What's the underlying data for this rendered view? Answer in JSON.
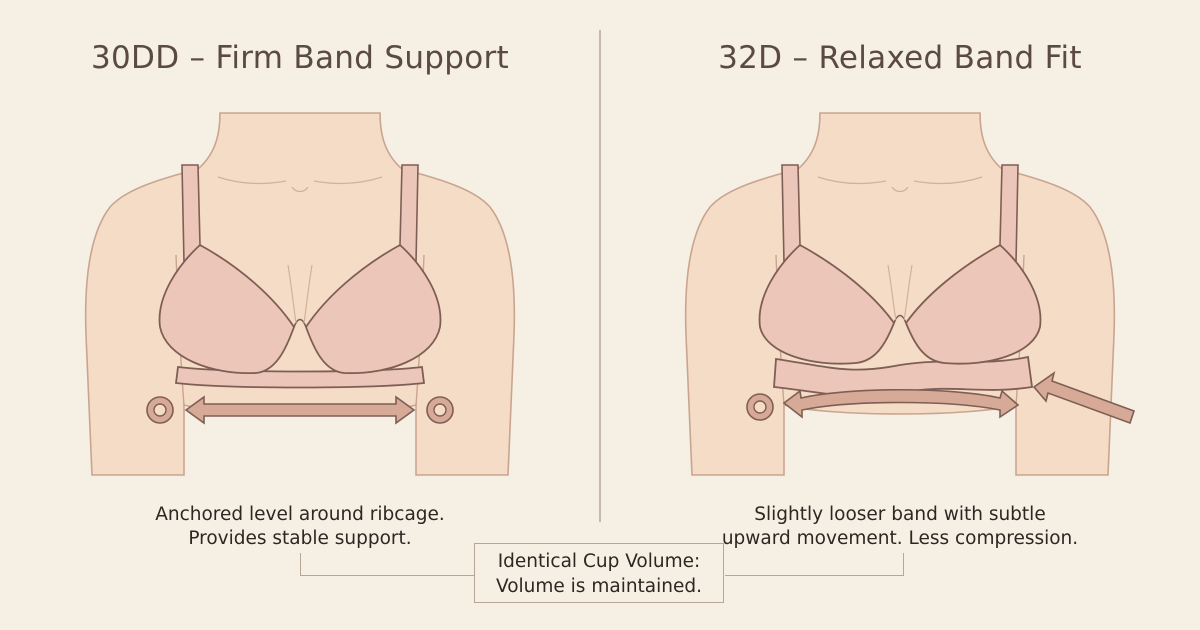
{
  "left_panel": {
    "title": "30DD – Firm Band Support",
    "caption_line1": "Anchored level around ribcage.",
    "caption_line2": "Provides stable support."
  },
  "right_panel": {
    "title": "32D – Relaxed Band Fit",
    "caption_line1": "Slightly looser band with subtle",
    "caption_line2": "upward movement. Less compression."
  },
  "center_note": {
    "line1": "Identical Cup Volume:",
    "line2": "Volume is maintained."
  },
  "colors": {
    "background": "#f6efe4",
    "skin": "#f4dcc6",
    "skin_outline": "#c9a58f",
    "bra": "#ecc6b8",
    "bra_outline": "#7f5e55",
    "arrow": "#d7aa98",
    "arrow_outline": "#7f5e55"
  }
}
